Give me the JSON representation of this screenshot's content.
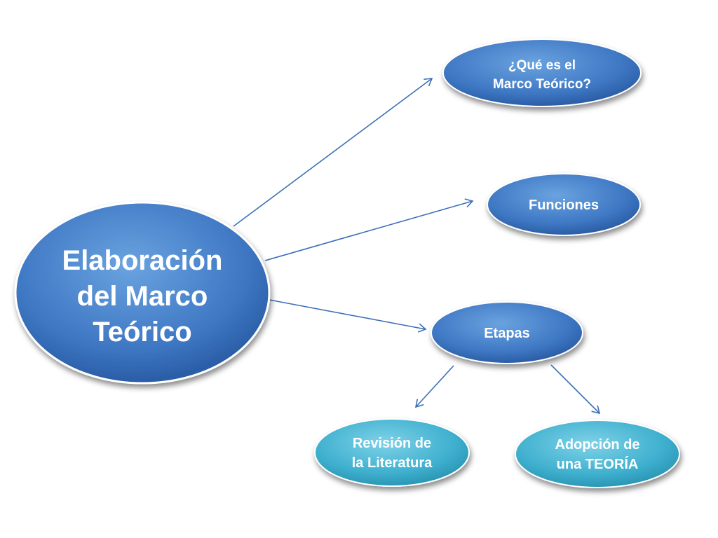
{
  "diagram": {
    "colors": {
      "blue_dark": "#1f4f96",
      "blue_light": "#6aa3df",
      "teal_dark": "#1f8aa6",
      "teal_light": "#7fd2e8",
      "arrow": "#3d70b8"
    },
    "nodes": {
      "main": {
        "line1": "Elaboración",
        "line2": "del Marco",
        "line3": "Teórico"
      },
      "que_es": {
        "line1": "¿Qué es el",
        "line2": "Marco Teórico?"
      },
      "funciones": {
        "line1": "Funciones"
      },
      "etapas": {
        "line1": "Etapas"
      },
      "revision": {
        "line1": "Revisión de",
        "line2": "la Literatura"
      },
      "adopcion": {
        "line1": "Adopción de",
        "line2": "una TEORÍA"
      }
    },
    "edges": [
      {
        "from": "Elaboración del Marco Teórico",
        "to": "¿Qué es el Marco Teórico?"
      },
      {
        "from": "Elaboración del Marco Teórico",
        "to": "Funciones"
      },
      {
        "from": "Elaboración del Marco Teórico",
        "to": "Etapas"
      },
      {
        "from": "Etapas",
        "to": "Revisión de la Literatura"
      },
      {
        "from": "Etapas",
        "to": "Adopción de una TEORÍA"
      }
    ]
  }
}
